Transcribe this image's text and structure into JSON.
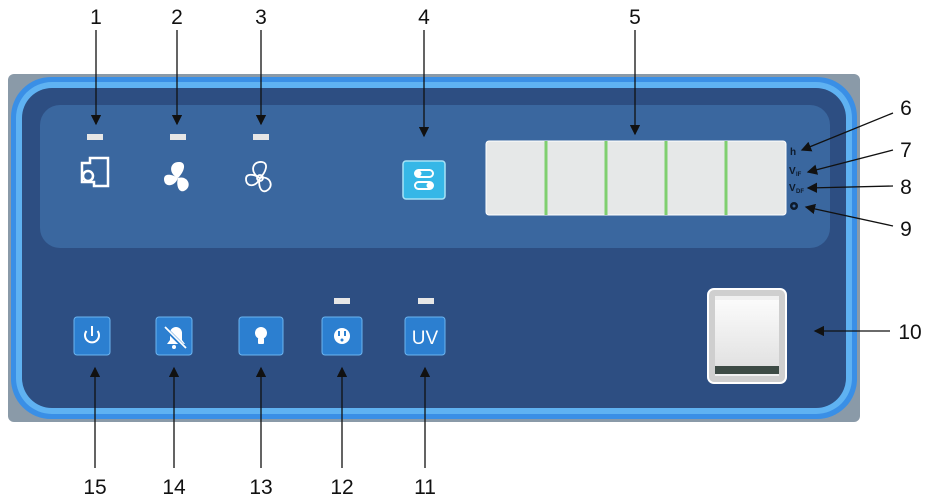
{
  "panel": {
    "colors": {
      "outer_frame": "#8a9aa8",
      "bezel": "#2f7fd6",
      "body": "#2d4e82",
      "display_area": "#3a679f",
      "button": "#2c7fd0",
      "button_highlight": "#36b7e7",
      "indicator": "#e6e6e6",
      "segment_divider": "#7fcf6f"
    },
    "status_icons": [
      {
        "icon": "motor-icon"
      },
      {
        "icon": "fan-icon"
      },
      {
        "icon": "fan-outline-icon"
      }
    ],
    "settings_button_icon": "toggle-switches-icon",
    "display_segments": 5,
    "side_icons": [
      {
        "text": "h"
      },
      {
        "text": "V",
        "sub": "IF"
      },
      {
        "text": "V",
        "sub": "DF"
      },
      {
        "icon": "circle-dot-icon"
      }
    ],
    "buttons": [
      {
        "icon": "power-icon"
      },
      {
        "icon": "alarm-mute-icon"
      },
      {
        "icon": "light-bulb-icon"
      },
      {
        "icon": "outlet-icon"
      },
      {
        "label": "UV"
      }
    ],
    "rocker_switch": {
      "icon": "rocker-switch-icon"
    }
  },
  "callouts": [
    "1",
    "2",
    "3",
    "4",
    "5",
    "6",
    "7",
    "8",
    "9",
    "10",
    "11",
    "12",
    "13",
    "14",
    "15"
  ]
}
